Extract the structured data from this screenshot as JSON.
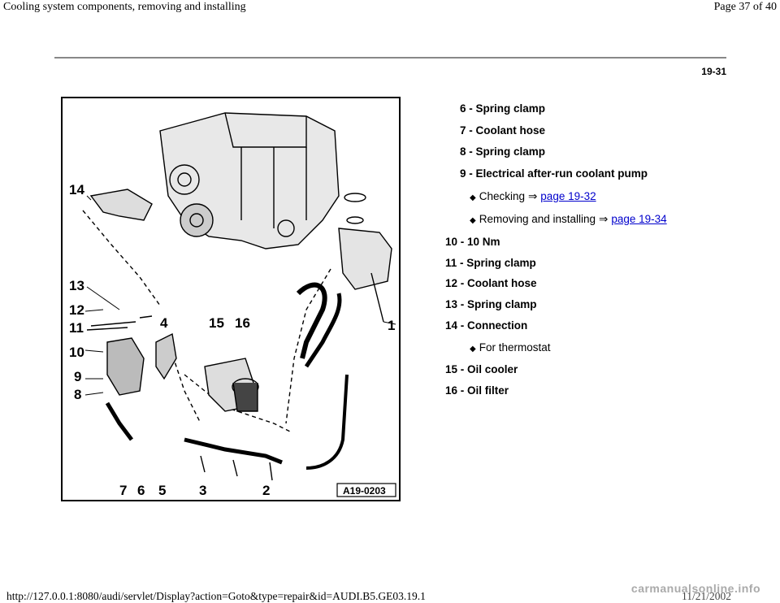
{
  "header": {
    "title": "Cooling system components, removing and installing",
    "page_indicator": "Page 37 of 40"
  },
  "page_number": "19-31",
  "figure": {
    "label": "A19-0203",
    "callouts": [
      "14",
      "13",
      "12",
      "11",
      "10",
      "9",
      "8",
      "7",
      "6",
      "5",
      "4",
      "15",
      "16",
      "1",
      "3",
      "2"
    ]
  },
  "items": [
    {
      "text": "6 - Spring clamp"
    },
    {
      "text": "7 - Coolant hose"
    },
    {
      "text": "8 - Spring clamp"
    },
    {
      "text": "9 - Electrical after-run coolant pump"
    },
    {
      "text": "10 - 10 Nm"
    },
    {
      "text": "11 - Spring clamp"
    },
    {
      "text": "12 - Coolant hose"
    },
    {
      "text": "13 - Spring clamp"
    },
    {
      "text": "14 - Connection"
    },
    {
      "text": "15 - Oil cooler"
    },
    {
      "text": "16 - Oil filter"
    }
  ],
  "subitems": {
    "checking": {
      "text": "Checking",
      "arrow": "⇒",
      "link": "page 19-32"
    },
    "removing": {
      "text": "Removing and installing",
      "arrow": "⇒",
      "link": "page 19-34"
    },
    "thermostat": {
      "text": "For thermostat"
    }
  },
  "footer": {
    "url": "http://127.0.0.1:8080/audi/servlet/Display?action=Goto&type=repair&id=AUDI.B5.GE03.19.1",
    "date": "11/21/2002",
    "watermark": "carmanualsonline.info"
  }
}
